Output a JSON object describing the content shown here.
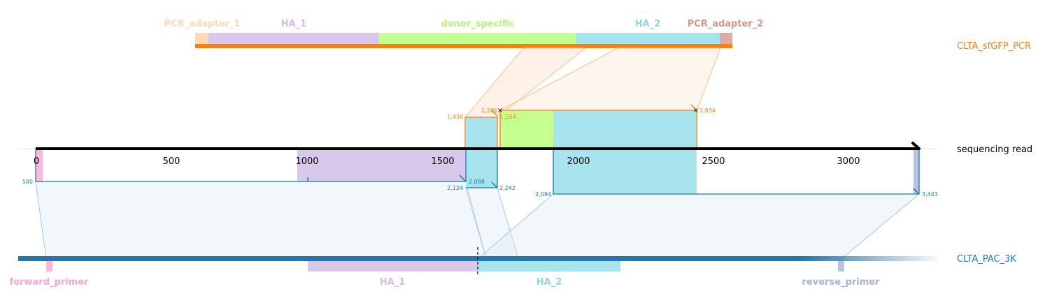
{
  "colors": {
    "read_axis": "#000000",
    "cassette": "#ff7f0e",
    "reference": "#1f77b4",
    "pcr_adapter_1": "#fdd9b5",
    "ha_1": "#d8c8ec",
    "donor_specific": "#c5ff8f",
    "ha_2": "#a8e4ee",
    "pcr_adapter_2": "#e0aaa0",
    "forward_primer": "#ffb8dc",
    "reverse_primer": "#b6c4de"
  },
  "top_feature_labels": {
    "pcr_adapter_1": "PCR_adapter_1",
    "ha_1": "HA_1",
    "donor_specific": "donor_specific",
    "ha_2": "HA_2",
    "pcr_adapter_2": "PCR_adapter_2"
  },
  "bottom_feature_labels": {
    "forward_primer": "forward_primer",
    "ha_1": "HA_1",
    "ha_2": "HA_2",
    "reverse_primer": "reverse_primer"
  },
  "track_labels": {
    "cassette": "CLTA_sfGFP_PCR",
    "read": "sequencing read",
    "reference": "CLTA_PAC_3K"
  },
  "read_axis": {
    "ticks": [
      "0",
      "500",
      "1000",
      "1500",
      "2000",
      "2500",
      "3000"
    ]
  },
  "alignment_coords": {
    "cassette_a_start": "1,436",
    "cassette_a_end": "1,286",
    "cassette_b_start": "1,554",
    "cassette_b_end": "1,934",
    "ref_a_start": "500",
    "ref_a_end": "2,088",
    "ref_b_start": "2,124",
    "ref_b_end": "2,242",
    "ref_c_start": "2,094",
    "ref_c_end": "3,443"
  }
}
